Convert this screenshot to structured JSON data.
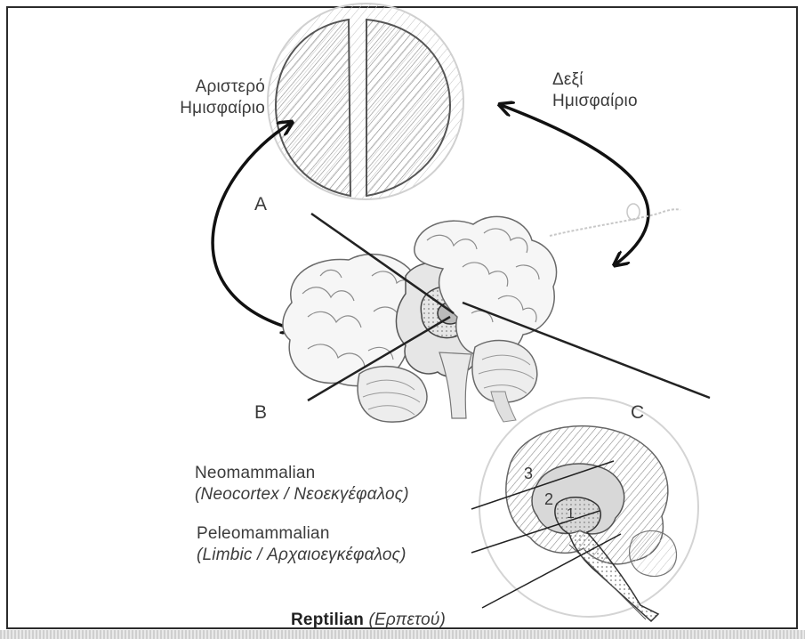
{
  "hemispheres": {
    "left_line1": "Αριστερό",
    "left_line2": "Ημισφαίριο",
    "right_line1": "Δεξί",
    "right_line2": "Ημισφαίριο"
  },
  "letters": {
    "a": "A",
    "b": "B",
    "c": "C"
  },
  "layers": {
    "neo_title": "Neomammalian",
    "neo_sub": "(Neocortex / Νεοεκγέφαλος)",
    "paleo_title": "Peleomammalian",
    "paleo_sub": "(Limbic / Αρχαιοεγκέφαλος)",
    "reptile_title": "Reptilian",
    "reptile_sub": "(Ερπετού)"
  },
  "layer_numbers": [
    "3",
    "2",
    "1"
  ]
}
